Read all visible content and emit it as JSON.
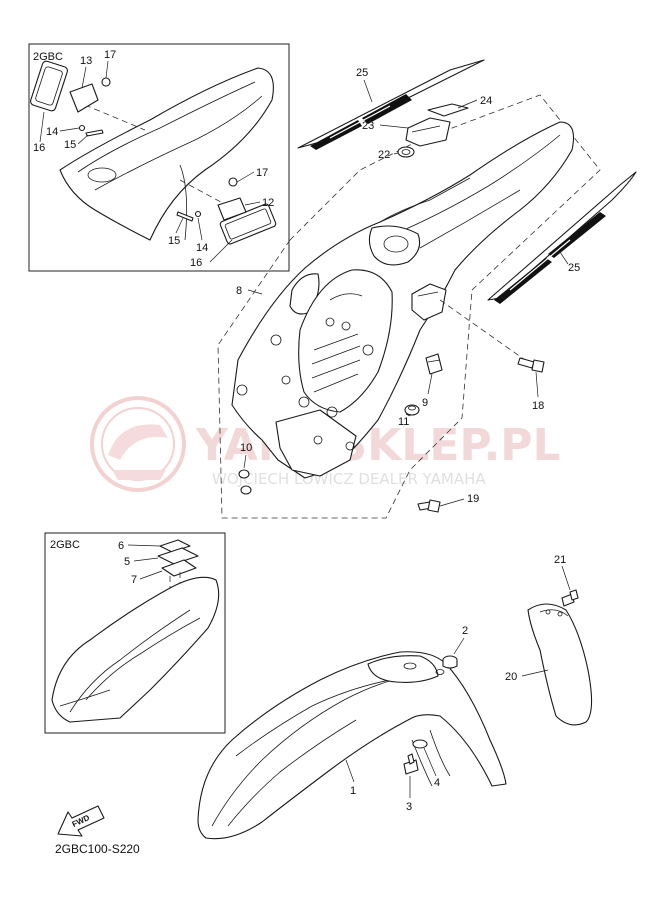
{
  "watermark": {
    "title": "YAMASKLEP.PL",
    "subtitle": "WOJCIECH LOWICZ DEALER YAMAHA"
  },
  "diagram_code": "2GBC100-S220",
  "inset_labels": {
    "rear_inset": "2GBC",
    "front_inset": "2GBC"
  },
  "fwd_label": "FWD",
  "callouts": {
    "c1": "1",
    "c2": "2",
    "c3": "3",
    "c4": "4",
    "c5": "5",
    "c6": "6",
    "c7": "7",
    "c8": "8",
    "c9": "9",
    "c10": "10",
    "c11": "11",
    "c12": "12",
    "c13": "13",
    "c14a": "14",
    "c14b": "14",
    "c15a": "15",
    "c15b": "15",
    "c16a": "16",
    "c16b": "16",
    "c17a": "17",
    "c17b": "17",
    "c18": "18",
    "c19": "19",
    "c20": "20",
    "c21": "21",
    "c22": "22",
    "c23": "23",
    "c24": "24",
    "c25a": "25",
    "c25b": "25"
  },
  "colors": {
    "line": "#1a1a1a",
    "watermark_red": "#e9b9b9",
    "watermark_gray": "#dcdcdc"
  }
}
